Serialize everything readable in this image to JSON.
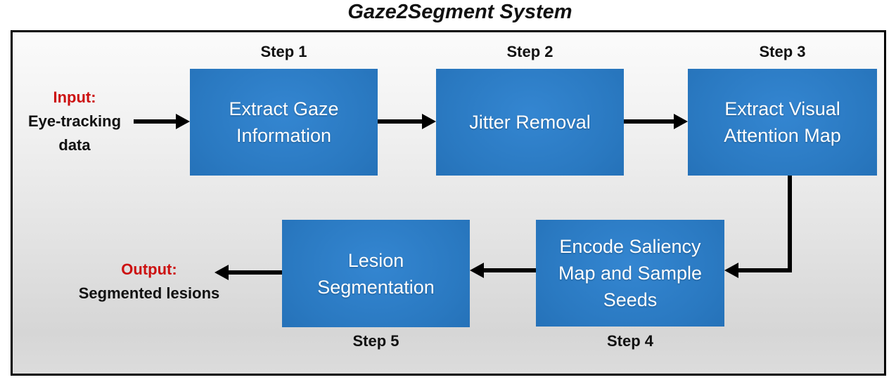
{
  "title": "Gaze2Segment System",
  "colors": {
    "accent-red": "#cc1111",
    "box-blue-center": "#3486d1",
    "box-blue-edge": "#1e67ac",
    "arrow-black": "#000000"
  },
  "input_label": {
    "heading": "Input:",
    "text": "Eye-tracking data"
  },
  "output_label": {
    "heading": "Output:",
    "text": "Segmented lesions"
  },
  "steps": [
    {
      "step": "Step 1",
      "label": "Extract Gaze\nInformation"
    },
    {
      "step": "Step 2",
      "label": "Jitter Removal"
    },
    {
      "step": "Step 3",
      "label": "Extract Visual\nAttention Map"
    },
    {
      "step": "Step 4",
      "label": "Encode Saliency\nMap and Sample\nSeeds"
    },
    {
      "step": "Step 5",
      "label": "Lesion\nSegmentation"
    }
  ]
}
